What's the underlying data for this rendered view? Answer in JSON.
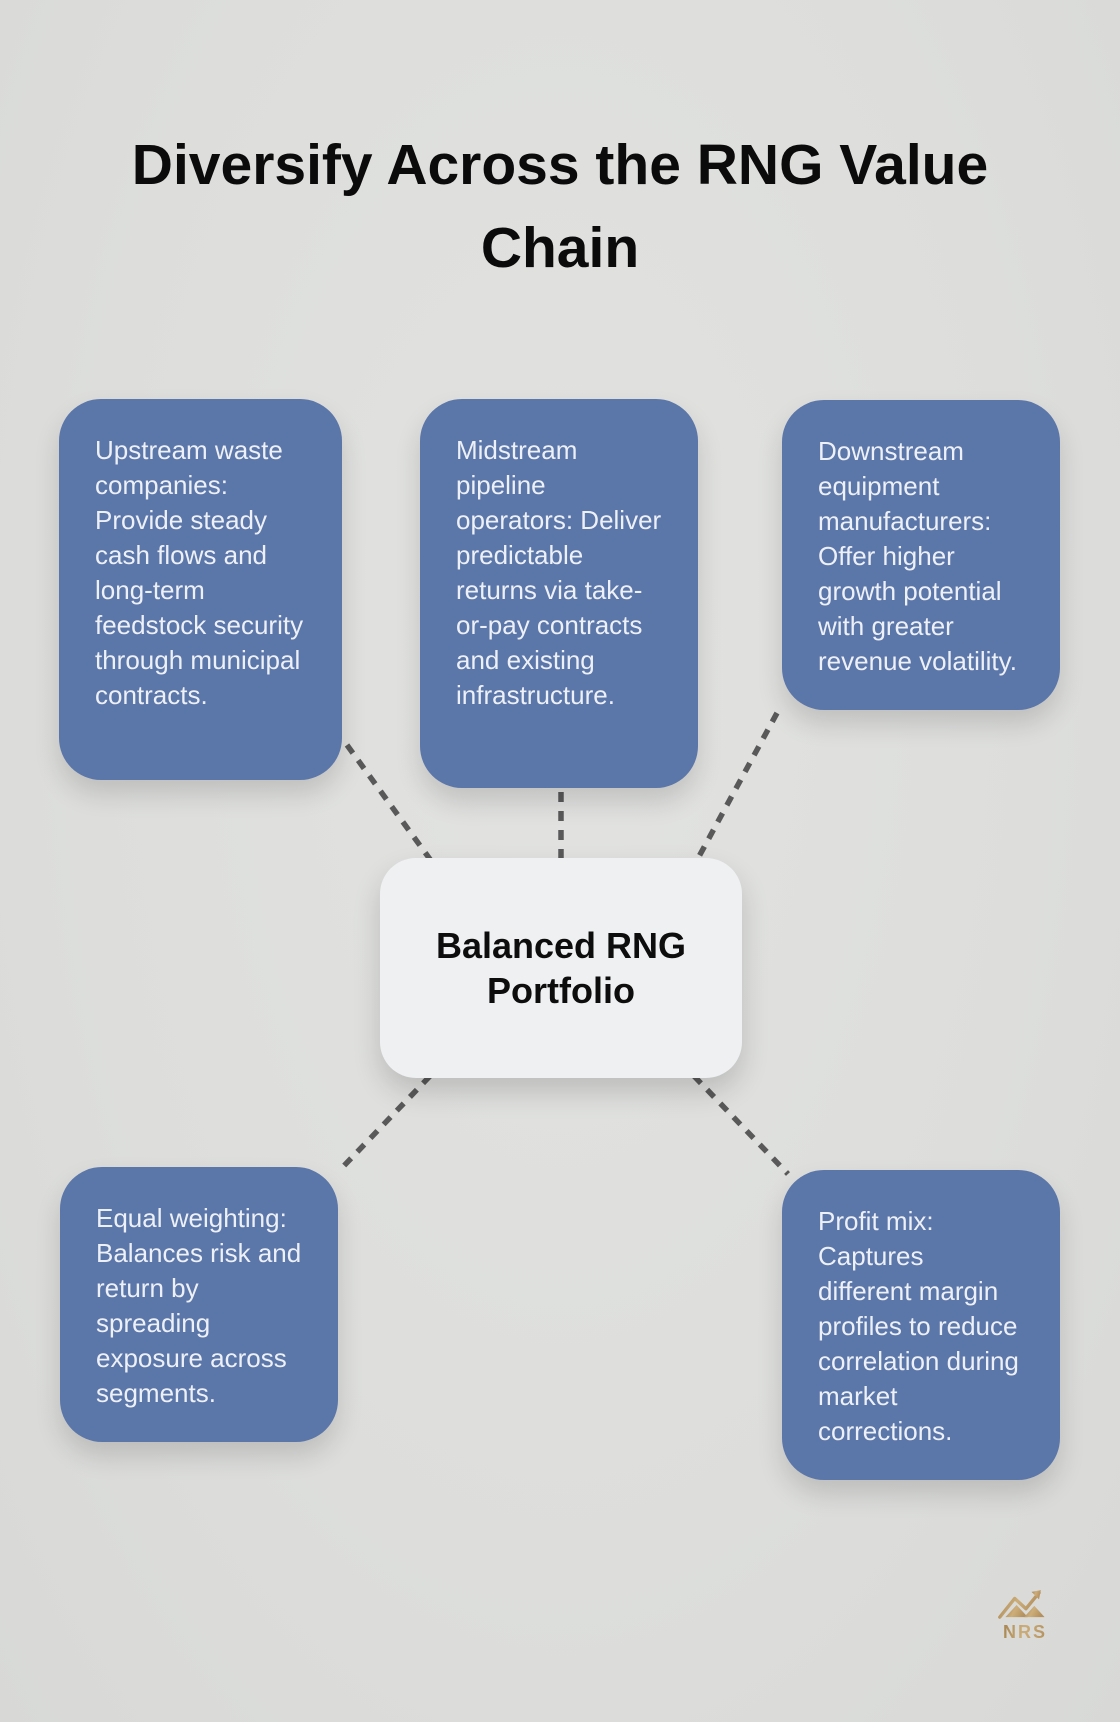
{
  "title": "Diversify Across the RNG Value Chain",
  "center": {
    "label": "Balanced RNG Portfolio"
  },
  "nodes": [
    {
      "id": "upstream",
      "text": "Upstream waste companies: Provide steady cash flows and long-term feedstock security through municipal contracts."
    },
    {
      "id": "midstream",
      "text": "Midstream pipeline operators: Deliver predictable returns via take-or-pay contracts and existing infrastructure."
    },
    {
      "id": "downstream",
      "text": "Downstream equipment manufacturers: Offer higher growth potential with greater revenue volatility."
    },
    {
      "id": "equal-weighting",
      "text": "Equal weighting: Balances risk and return by spreading exposure across segments."
    },
    {
      "id": "profit-mix",
      "text": "Profit mix: Captures different margin profiles to reduce correlation during market corrections."
    }
  ],
  "logo": {
    "text": "NRS"
  },
  "colors": {
    "background": "#dddedc",
    "node_fill": "#5b76a9",
    "node_text": "#edf0f6",
    "center_fill": "#eff0f2",
    "center_text": "#0d0d0d",
    "title_text": "#0b0b0b",
    "connector": "#595959",
    "logo_gold": "#b3905d",
    "logo_gold_light": "#cdae7b"
  }
}
